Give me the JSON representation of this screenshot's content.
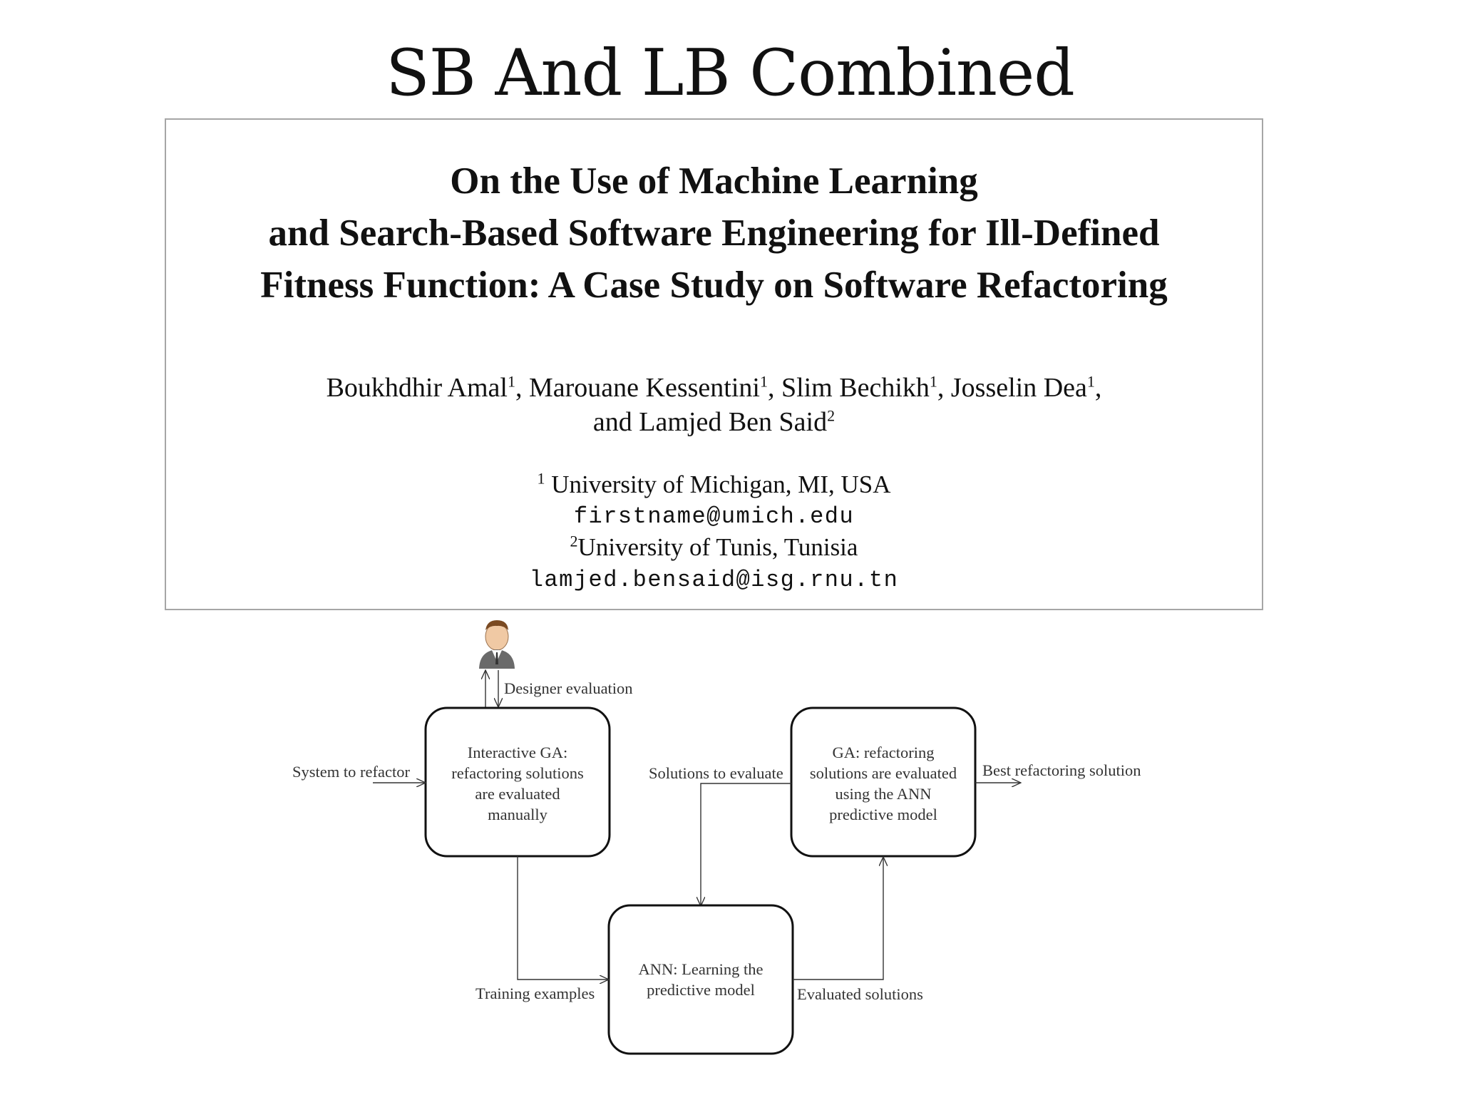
{
  "slide": {
    "title": "SB And LB Combined"
  },
  "paper": {
    "title_lines": [
      "On the Use of Machine Learning",
      "and Search-Based Software Engineering for Ill-Defined",
      "Fitness Function: A Case Study on Software Refactoring"
    ],
    "authors": {
      "a1": "Boukhdhir Amal",
      "a1_sup": "1",
      "a2": ", Marouane Kessentini",
      "a2_sup": "1",
      "a3": ", Slim Bechikh",
      "a3_sup": "1",
      "a4": ", Josselin Dea",
      "a4_sup": "1",
      "a4_tail": ",",
      "a5": "and Lamjed Ben Said",
      "a5_sup": "2"
    },
    "affiliations": [
      {
        "sup": "1",
        "name": "University of Michigan, MI, USA",
        "email": "firstname@umich.edu"
      },
      {
        "sup": "2",
        "name": "University of Tunis, Tunisia",
        "email": "lamjed.bensaid@isg.rnu.tn"
      }
    ]
  },
  "diagram": {
    "nodes": {
      "interactive_ga": [
        "Interactive GA:",
        "refactoring solutions",
        "are evaluated",
        "manually"
      ],
      "ga_ann": [
        "GA: refactoring",
        "solutions  are evaluated",
        "using the ANN",
        "predictive model"
      ],
      "ann": [
        "ANN: Learning the",
        "predictive model"
      ]
    },
    "edges": {
      "designer_evaluation": "Designer  evaluation",
      "system_to_refactor": "System  to refactor",
      "solutions_to_evaluate": "Solutions  to evaluate",
      "best_solution": "Best refactoring solution",
      "training_examples": "Training  examples",
      "evaluated_solutions": "Evaluated solutions"
    },
    "actor_icon": "designer-person-icon"
  }
}
